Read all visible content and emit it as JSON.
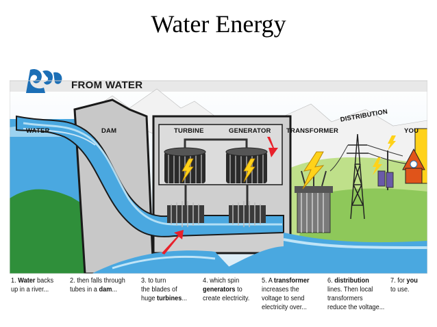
{
  "slide": {
    "title": "Water Energy"
  },
  "diagram": {
    "banner": "FROM WATER",
    "labels": {
      "water": "WATER",
      "dam": "DAM",
      "turbine": "TURBINE",
      "generator": "GENERATOR",
      "transformer": "TRANSFORMER",
      "distribution": "DISTRIBUTION",
      "you": "YOU"
    },
    "colors": {
      "sky": "#dcecf6",
      "water": "#4aa8e0",
      "water_light": "#bfe4f7",
      "dam_gray": "#c8c8c8",
      "outline": "#1a1a1a",
      "hill_green": "#2f8f3a",
      "field_green": "#bfe08a",
      "bolt_yellow": "#ffd21a",
      "arrow_red": "#e8202a",
      "house_orange": "#e0541a"
    }
  },
  "captions": [
    {
      "b1": "",
      "t1": "1. ",
      "b": "Water",
      "t2": " backs",
      "line2": "up in a river..."
    },
    {
      "t1": "2. then falls through",
      "line2a": "tubes in a ",
      "b2": "dam",
      "line2b": "..."
    },
    {
      "t1": "3. to turn",
      "line2": "the blades of",
      "line3a": "huge ",
      "b3": "turbines",
      "line3b": "..."
    },
    {
      "t1": "4. which spin",
      "b2": "generators",
      "line2b": " to",
      "line3": "create electricity."
    },
    {
      "t1": "5. A ",
      "b1": "transformer",
      "line2": "increases the",
      "line3": "voltage to send",
      "line4": "electricity over..."
    },
    {
      "t1": "6. ",
      "b1": "distribution",
      "line2": "lines. Then local",
      "line3": "transformers",
      "line4": "reduce the voltage..."
    },
    {
      "t1": "7. for ",
      "b1": "you",
      "line2": "to use."
    }
  ]
}
